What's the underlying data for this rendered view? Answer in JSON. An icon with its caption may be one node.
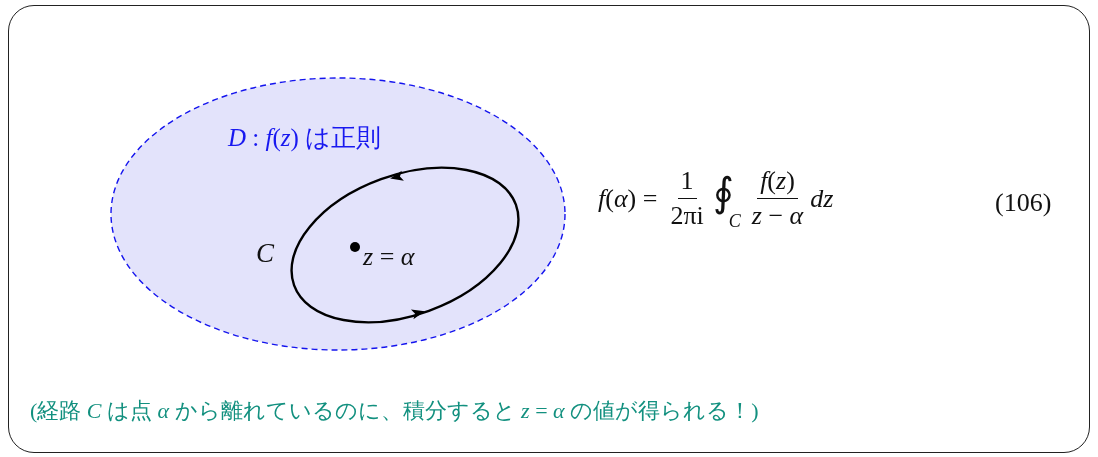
{
  "diagram": {
    "caption": "(経路 *C* は点 *α* から離れているのに、積分すると *z* = *α* の値が得られる！)",
    "nodes": [
      {
        "text": [
          "*D* : *f*(*z*) は正則"
        ]
      },
      {
        "text": [
          "*C*"
        ],
        "in": 0
      },
      {
        "text": [],
        "shape": "circle",
        "beside": [
          "*z* = *α*"
        ],
        "in": 1
      }
    ],
    "labels": [
      "*f*(*α*) =",
      "1",
      "2πi",
      "∮",
      "*C*",
      "*f*(*z*)",
      "*z* − *α*",
      "*dz*",
      "(106)"
    ]
  }
}
